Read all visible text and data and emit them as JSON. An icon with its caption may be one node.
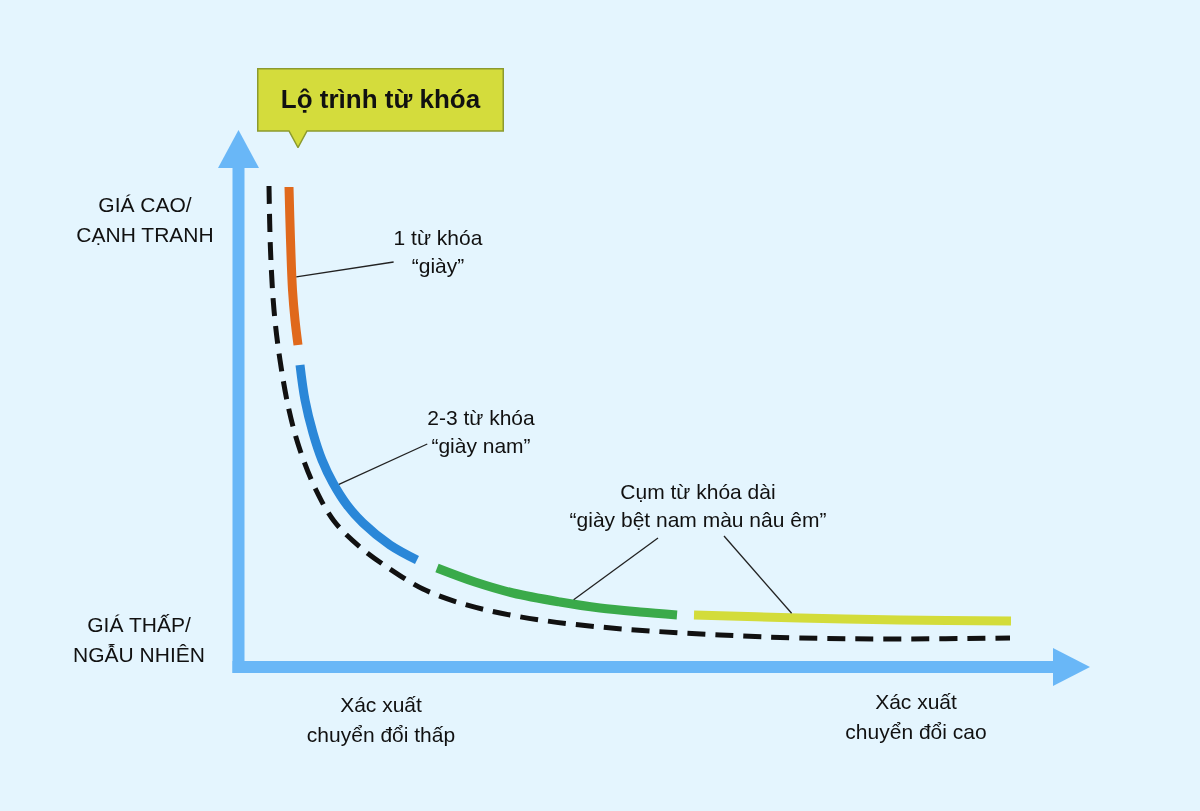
{
  "diagram": {
    "nodes": [
      {
        "text": [
          "Lộ trình từ khóa"
        ]
      },
      {
        "text": [
          "1 từ khóa",
          "“giày”"
        ]
      },
      {
        "text": [],
        "shape": "curve"
      },
      {
        "text": [
          "2-3 từ khóa",
          "“giày nam”"
        ]
      },
      {
        "text": [],
        "shape": "curve"
      },
      {
        "text": [
          "Cụm từ khóa dài",
          "“giày bệt nam màu nâu êm”"
        ]
      },
      {
        "text": [],
        "shape": "curve"
      },
      {
        "text": [],
        "shape": "curve"
      }
    ],
    "edges": [
      {
        "from": 1,
        "to": 2,
        "arrow": "none"
      },
      {
        "from": 3,
        "to": 4,
        "arrow": "none"
      },
      {
        "from": 5,
        "to": 6,
        "arrow": "none"
      },
      {
        "from": 5,
        "to": 7,
        "arrow": "none"
      }
    ],
    "labels": [
      "GIÁ CAO/ CẠNH TRANH",
      "GIÁ THẤP/ NGẪU NHIÊN",
      "Xác xuất chuyển đổi thấp",
      "Xác xuất chuyển đổi cao"
    ]
  }
}
